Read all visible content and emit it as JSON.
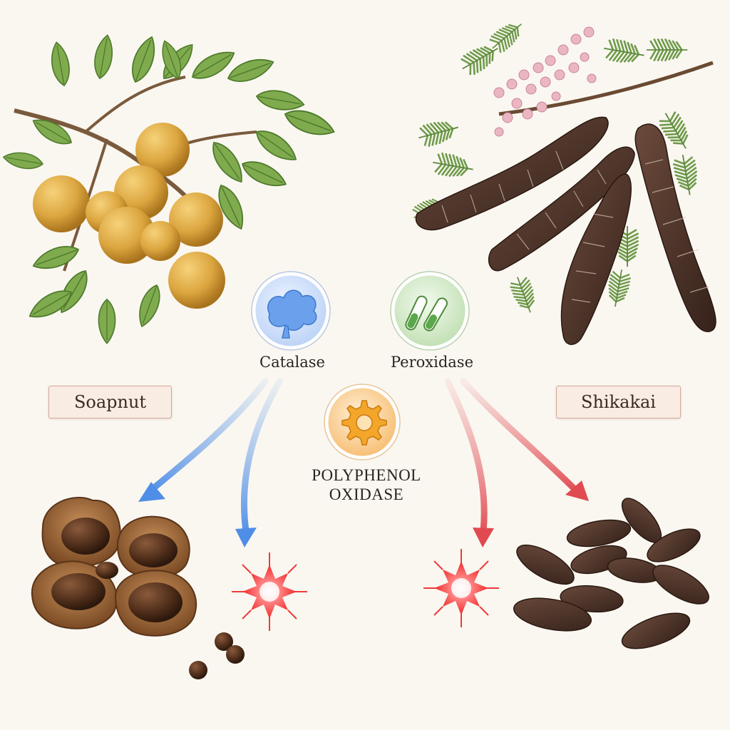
{
  "plants": {
    "left": {
      "label": "Soapnut"
    },
    "right": {
      "label": "Shikakai"
    }
  },
  "enzymes": {
    "catalase": {
      "label": "Catalase",
      "icon": "cloud-molecule-icon",
      "color": "#5b8fe0"
    },
    "peroxidase": {
      "label": "Peroxidase",
      "icon": "test-tubes-icon",
      "color": "#5aa84a"
    },
    "polyphenol_oxidase": {
      "label_line1": "POLYPHENOL",
      "label_line2": "OXIDASE",
      "icon": "gear-icon",
      "color": "#f0a030"
    }
  },
  "colors": {
    "background": "#faf7f1",
    "blue_arrow": "#6fa3e8",
    "red_arrow": "#e8757a",
    "burst": "#f03a3a"
  }
}
